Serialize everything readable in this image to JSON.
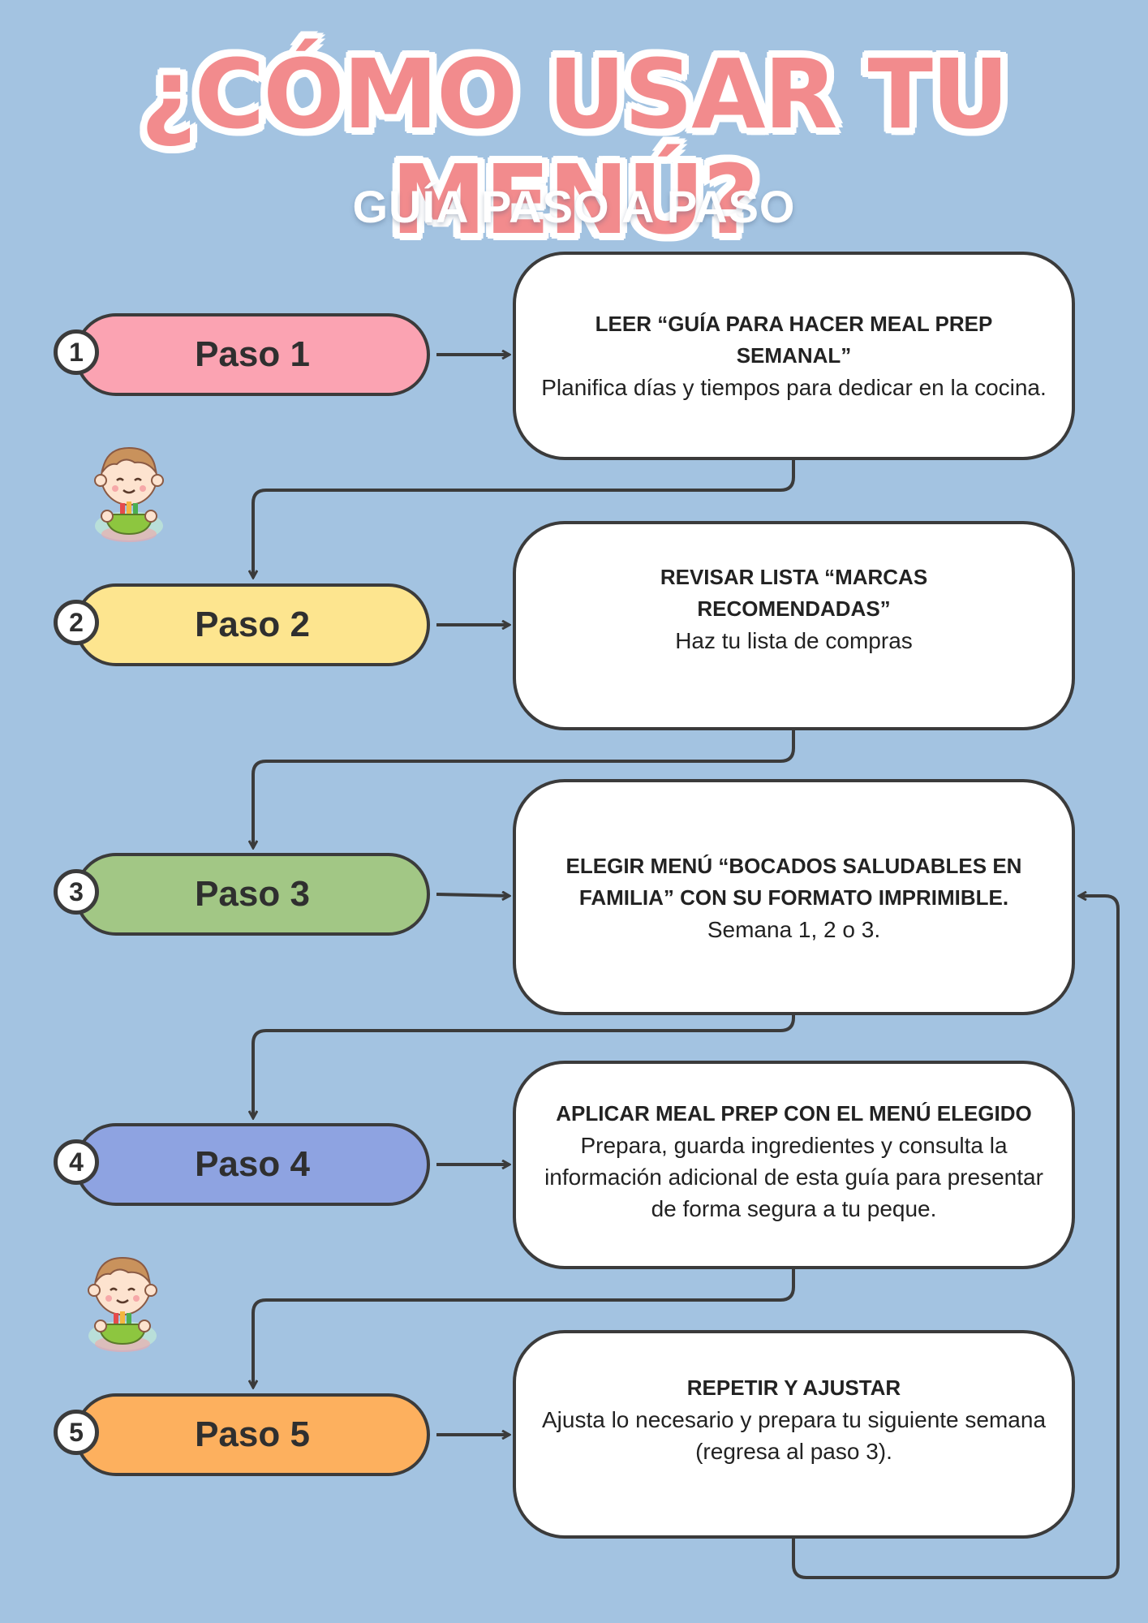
{
  "header": {
    "title": "¿CÓMO USAR TU MENÚ?",
    "subtitle": "GUÍA PASO A PASO"
  },
  "steps": [
    {
      "number": "1",
      "label": "Paso 1",
      "color": "#fba3b2",
      "heading": "LEER “GUÍA PARA HACER MEAL PREP SEMANAL”",
      "text": "Planifica días y tiempos para dedicar en la cocina."
    },
    {
      "number": "2",
      "label": "Paso 2",
      "color": "#fde58f",
      "heading": "REVISAR LISTA “MARCAS RECOMENDADAS”",
      "text": "Haz tu lista de compras"
    },
    {
      "number": "3",
      "label": "Paso 3",
      "color": "#a2c785",
      "heading": "ELEGIR MENÚ “BOCADOS SALUDABLES EN FAMILIA” CON SU FORMATO IMPRIMIBLE.",
      "text": "Semana 1, 2 o 3."
    },
    {
      "number": "4",
      "label": "Paso 4",
      "color": "#8ea3e1",
      "heading": "APLICAR MEAL PREP CON EL MENÚ ELEGIDO",
      "text": "Prepara, guarda ingredientes y consulta la información adicional de esta guía para presentar de forma segura a tu peque."
    },
    {
      "number": "5",
      "label": "Paso 5",
      "color": "#fdb05e",
      "heading": "REPETIR Y AJUSTAR",
      "text": "Ajusta lo necesario y prepara tu siguiente semana (regresa al paso 3)."
    }
  ]
}
